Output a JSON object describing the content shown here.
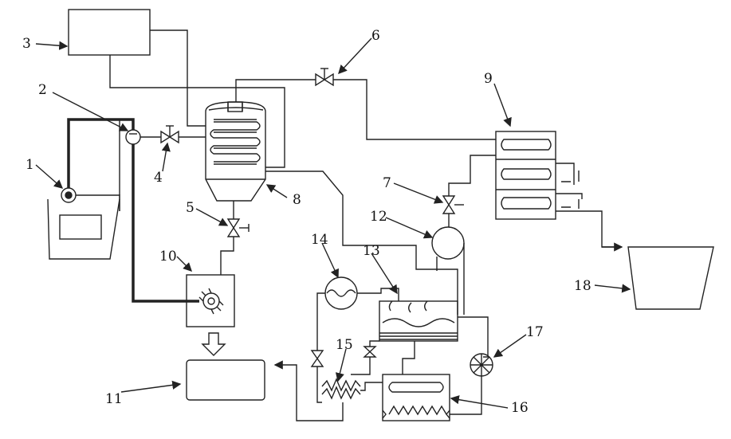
{
  "labels": {
    "l1": "1",
    "l2": "2",
    "l3": "3",
    "l4": "4",
    "l5": "5",
    "l6": "6",
    "l7": "7",
    "l8": "8",
    "l9": "9",
    "l10": "10",
    "l11": "11",
    "l12": "12",
    "l13": "13",
    "l14": "14",
    "l15": "15",
    "l16": "16",
    "l17": "17",
    "l18": "18"
  },
  "colors": {
    "line": "#222222",
    "background": "#ffffff"
  }
}
